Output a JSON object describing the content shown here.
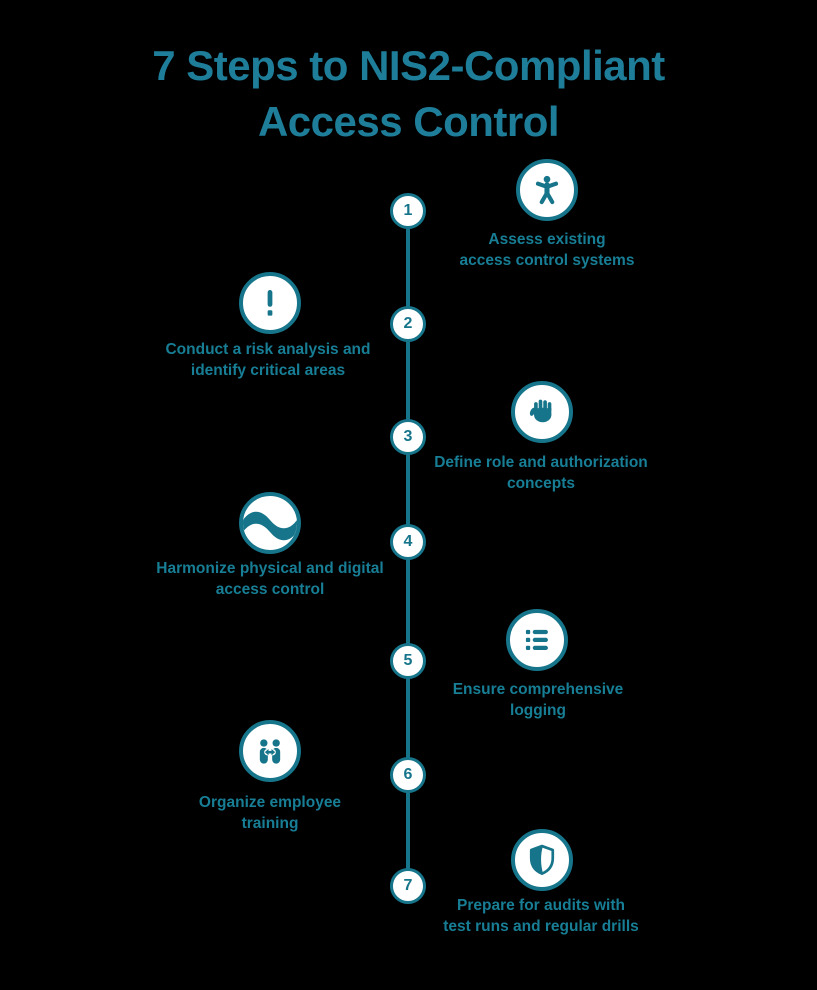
{
  "title": {
    "line1": "7 Steps to NIS2-Compliant",
    "line2": "Access Control"
  },
  "colors": {
    "accent_teal": "#16758A",
    "title_teal": "#1E7E99",
    "label_teal": "#177E95",
    "background": "#000000",
    "circle_fill": "#FFFFFF"
  },
  "steps": [
    {
      "number": "1",
      "side": "right",
      "icon": "accessibility-icon",
      "label": "Assess existing\naccess control systems"
    },
    {
      "number": "2",
      "side": "left",
      "icon": "exclamation-icon",
      "label": "Conduct a risk analysis and\nidentify critical areas"
    },
    {
      "number": "3",
      "side": "right",
      "icon": "hand-icon",
      "label": "Define role and authorization\nconcepts"
    },
    {
      "number": "4",
      "side": "left",
      "icon": "wave-icon",
      "label": "Harmonize physical and digital\naccess control"
    },
    {
      "number": "5",
      "side": "right",
      "icon": "list-icon",
      "label": "Ensure comprehensive\nlogging"
    },
    {
      "number": "6",
      "side": "left",
      "icon": "people-exchange-icon",
      "label": "Organize employee\ntraining"
    },
    {
      "number": "7",
      "side": "right",
      "icon": "shield-icon",
      "label": "Prepare for audits with\ntest runs and regular drills"
    }
  ]
}
